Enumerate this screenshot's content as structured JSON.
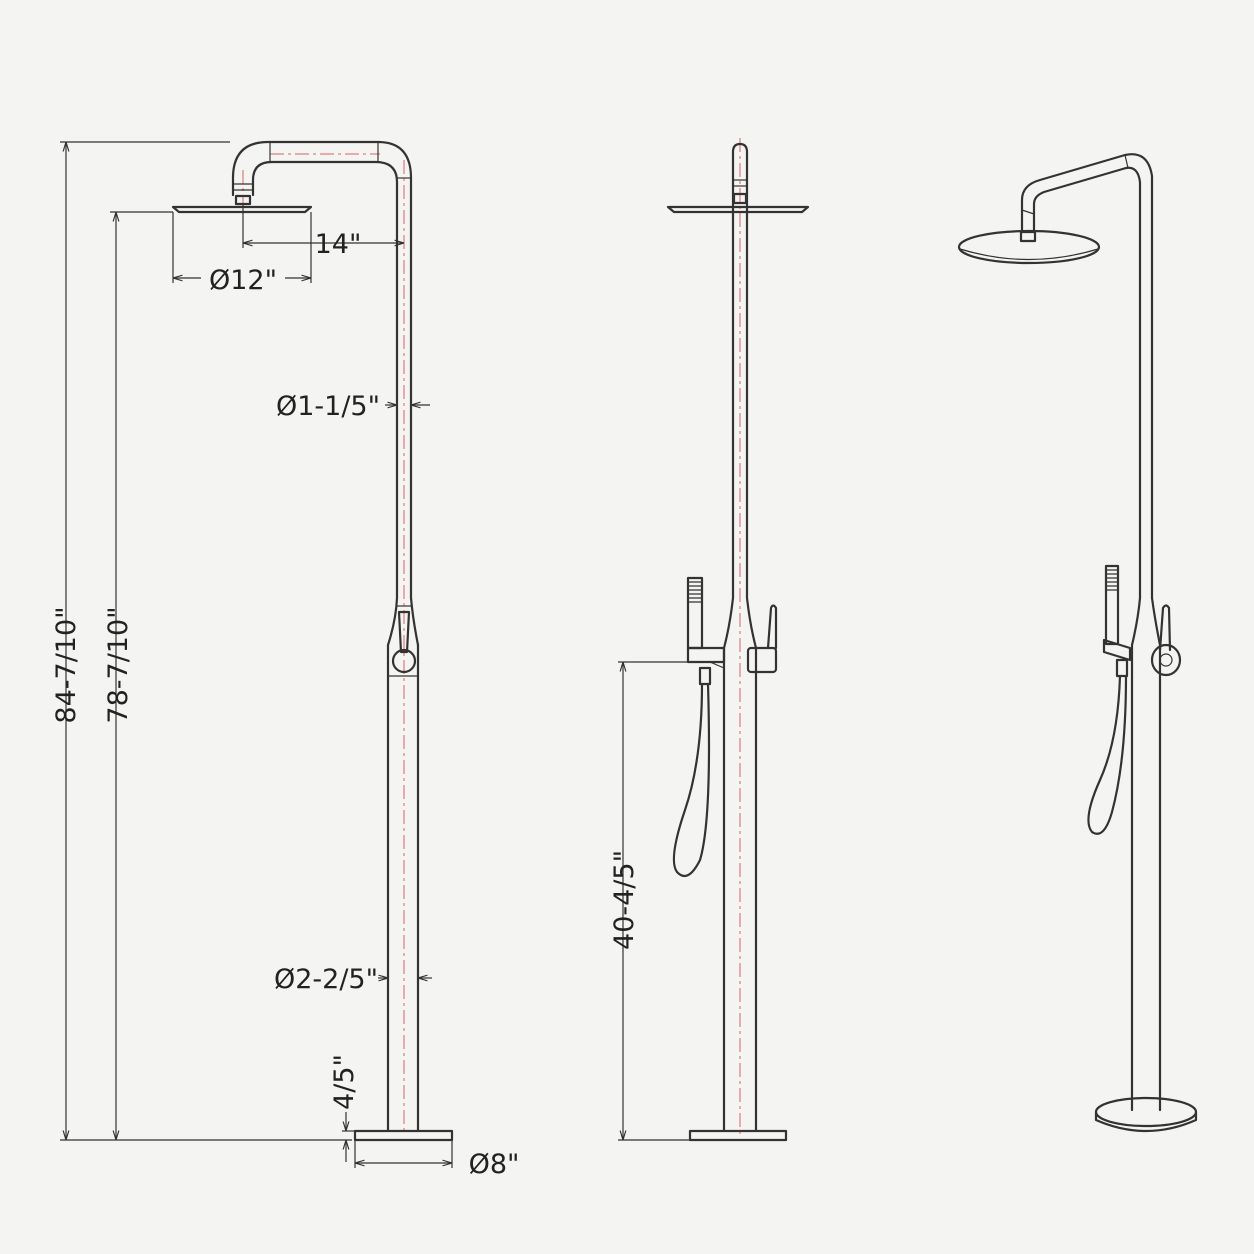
{
  "dimensions": {
    "total_height": "84-7/10\"",
    "head_height": "78-7/10\"",
    "arm_reach": "14\"",
    "head_diameter": "Ø12\"",
    "upper_pipe_diameter": "Ø1-1/5\"",
    "lower_pipe_diameter": "Ø2-2/5\"",
    "base_thickness": "4/5\"",
    "base_diameter": "Ø8\"",
    "handshower_height": "40-4/5\""
  },
  "colors": {
    "background": "#f4f4f2",
    "line": "#333333",
    "centerline": "#e06060"
  }
}
